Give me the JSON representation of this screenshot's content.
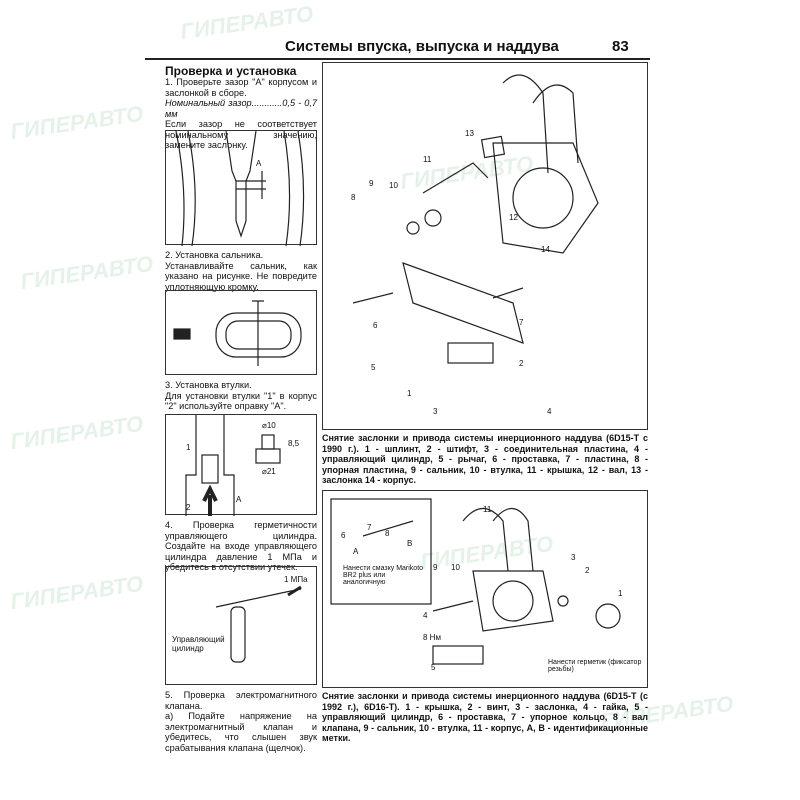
{
  "header": {
    "title": "Системы впуска, выпуска и наддува",
    "page": "83"
  },
  "watermark": "ГИПЕРАВТО",
  "left": {
    "section_title": "Проверка и установка",
    "step1": "1. Проверьте зазор \"А\" корпусом и заслонкой в сборе.",
    "step1_spec": "Номинальный зазор............0,5 - 0,7 мм",
    "step1_note": "Если зазор не соответствует номинальному значению, замените заслонку.",
    "fig1_label": "A",
    "step2_title": "2. Установка сальника.",
    "step2": "Устанавливайте сальник, как указано на рисунке. Не повредите уплотняющую кромку.",
    "step3_title": "3. Установка втулки.",
    "step3": "Для установки втулки \"1\" в корпус \"2\" используйте оправку \"А\".",
    "fig3_labels": [
      "1",
      "2",
      "A",
      "⌀10",
      "8,5",
      "⌀21"
    ],
    "step4": "4. Проверка герметичности управляющего цилиндра. Создайте на входе управляющего цилиндра давление 1 МПа и убедитесь в отсутствии утечек.",
    "fig4_labels": [
      "1 МПа",
      "Управляющий цилиндр"
    ],
    "step5_title": "5. Проверка электромагнитного клапана.",
    "step5": "а) Подайте напряжение на электромагнитный клапан и убедитесь, что слышен звук срабатывания клапана (щелчок)."
  },
  "right": {
    "fig1_callouts": [
      "1",
      "2",
      "3",
      "4",
      "5",
      "6",
      "7",
      "8",
      "9",
      "10",
      "11",
      "12",
      "13",
      "14"
    ],
    "caption1": "Снятие заслонки и привода системы инерционного наддува (6D15-T с 1990 г.). 1 - шплинт, 2 - штифт, 3 - соединительная пластина, 4 - управляющий цилиндр, 5 - рычаг, 6 - проставка, 7 - пластина, 8 - упорная пластина, 9 - сальник, 10 - втулка, 11 - крышка, 12 - вал, 13 - заслонка 14 - корпус.",
    "fig2_callouts": [
      "1",
      "2",
      "3",
      "4",
      "5",
      "6",
      "7",
      "8",
      "9",
      "10",
      "11",
      "A",
      "B"
    ],
    "fig2_note1": "Нанести смазку Marikoto BR2 plus или аналогичную",
    "fig2_note2": "Нанести герметик (фиксатор резьбы)",
    "fig2_torque": "8 Нм",
    "caption2": "Снятие заслонки и привода системы инерционного наддува (6D15-T (с 1992 г.), 6D16-T). 1 - крышка, 2 - винт, 3 - заслонка, 4 - гайка, 5 - управляющий цилиндр, 6 - проставка, 7 - упорное кольцо, 8 - вал клапана, 9 - сальник, 10 - втулка, 11 - корпус, А, В - идентификационные метки."
  }
}
